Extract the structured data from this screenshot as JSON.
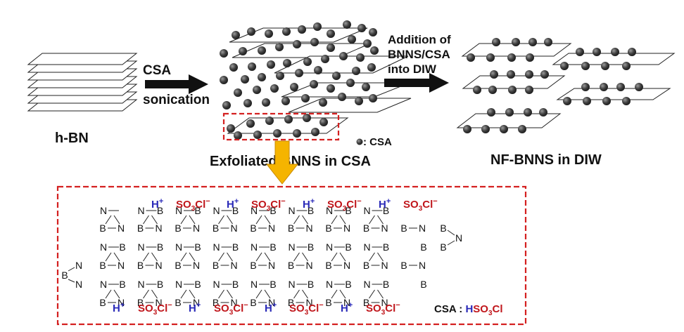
{
  "labels": {
    "hbn": "h-BN",
    "step1_line1": "CSA",
    "step1_line2": "sonication",
    "exfoliated": "Exfoliated BNNS in CSA",
    "csa_legend": ": CSA",
    "step2_line1": "Addition of",
    "step2_line2": "BNNS/CSA",
    "step2_line3": "into DIW",
    "nfbnns": "NF-BNNS in DIW"
  },
  "chemistry": {
    "proton": "H",
    "proton_charge": "+",
    "anion_a": "SO",
    "anion_sub": "3",
    "anion_b": "Cl",
    "anion_charge": "−",
    "atom_boron": "B",
    "atom_nitrogen": "N",
    "csa_key_label": "CSA : ",
    "csa_formula_h": "H",
    "csa_formula_a": "SO",
    "csa_formula_sub": "3",
    "csa_formula_b": "Cl"
  },
  "colors": {
    "proton": "#2a2ab8",
    "anion": "#c0161b",
    "highlight_box": "#d42020",
    "arrow_down": "#f5b400",
    "dot": "#3a3a3a"
  },
  "icons": [
    "stacked-sheets-icon",
    "right-arrow-icon",
    "down-arrow-icon",
    "particle-dot-icon"
  ]
}
